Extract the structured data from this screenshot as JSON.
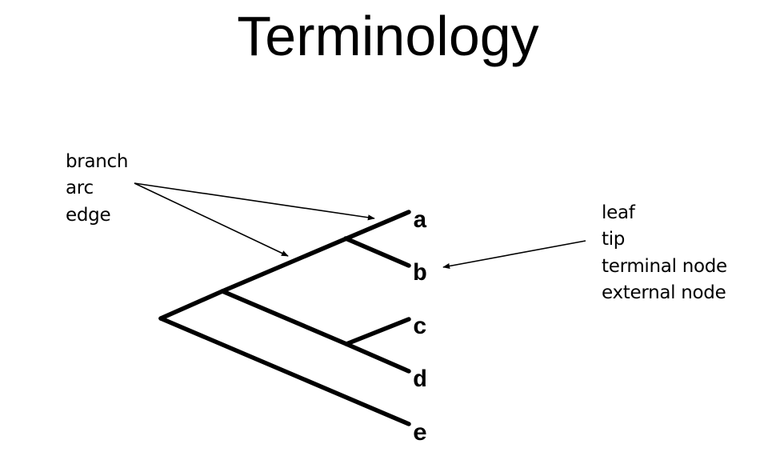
{
  "title": "Terminology",
  "branch_terms": [
    "branch",
    "arc",
    "edge"
  ],
  "leaf_terms": [
    "leaf",
    "tip",
    "terminal node",
    "external node"
  ],
  "leaves": [
    "a",
    "b",
    "c",
    "d",
    "e"
  ],
  "colors": {
    "background": "#ffffff",
    "ink": "#000000"
  }
}
